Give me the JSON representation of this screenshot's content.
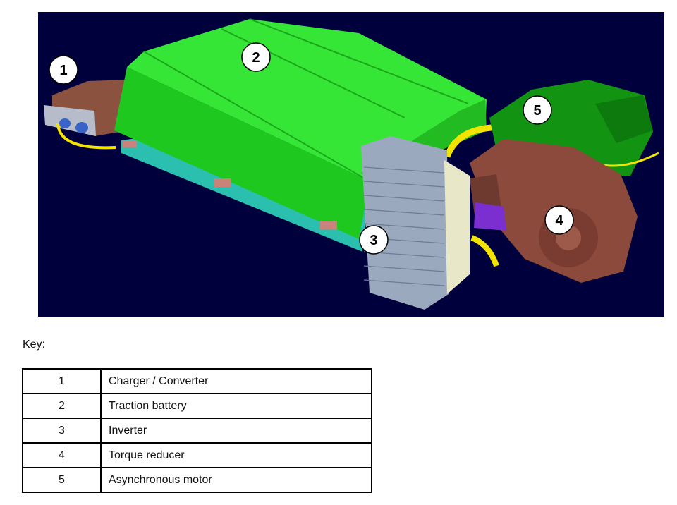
{
  "figure": {
    "background": "#00003c",
    "colors": {
      "battery": "#22dd22",
      "cable": "#f2e400",
      "reducer": "#8c4a3c",
      "motor": "#139413",
      "inverter": "#9aa9bd",
      "charger": "#8b5240"
    },
    "callouts": [
      "1",
      "2",
      "3",
      "4",
      "5"
    ]
  },
  "key": {
    "label": "Key:",
    "rows": [
      {
        "num": "1",
        "desc": "Charger / Converter"
      },
      {
        "num": "2",
        "desc": "Traction battery"
      },
      {
        "num": "3",
        "desc": "Inverter"
      },
      {
        "num": "4",
        "desc": "Torque reducer"
      },
      {
        "num": "5",
        "desc": "Asynchronous motor"
      }
    ]
  }
}
